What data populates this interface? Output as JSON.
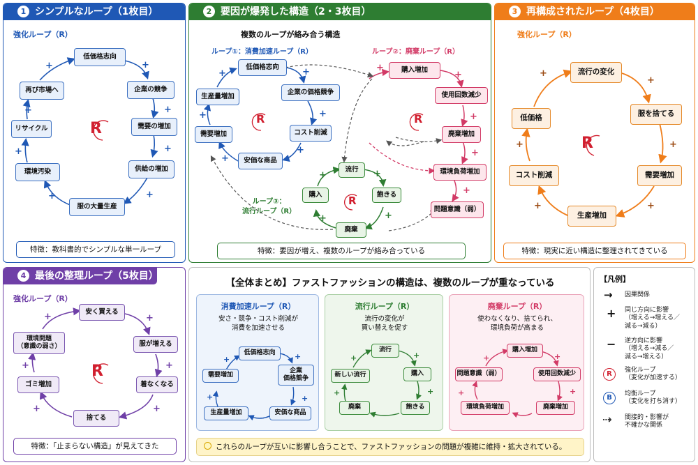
{
  "p1": {
    "number": "1",
    "title": "シンプルなループ（1枚目）",
    "subtitle": "強化ループ（R）",
    "nodes": [
      "低価格志向",
      "企業の競争",
      "需要の増加",
      "供給の増加",
      "服の大量生産",
      "環境汚染",
      "リサイクル",
      "再び市場へ"
    ],
    "badge": "R",
    "note": "特徴：教科書的でシンプルな単一ループ",
    "color": "#1f58b5"
  },
  "p2": {
    "number": "2",
    "title": "要因が爆発した構造（2・3枚目）",
    "subtitle": "複数のループが絡み合う構造",
    "loop1_label": "ループ①：消費加速ループ（R）",
    "loop2_label": "ループ②：廃棄ループ（R）",
    "loop3_label": "ループ③：\n流行ループ（R）",
    "loop1_nodes": [
      "低価格志向",
      "企業の価格競争",
      "コスト削減",
      "安価な商品",
      "需要増加",
      "生産量増加"
    ],
    "loop2_nodes": [
      "購入増加",
      "使用回数減少",
      "廃棄増加",
      "環境負荷増加",
      "問題意識（弱）"
    ],
    "loop3_nodes": [
      "流行",
      "飽きる",
      "廃棄",
      "購入"
    ],
    "badge": "R",
    "note": "特徴：要因が増え、複数のループが絡み合っている",
    "color": "#2e7d32"
  },
  "p3": {
    "number": "3",
    "title": "再構成されたループ（4枚目）",
    "subtitle": "強化ループ（R）",
    "nodes": [
      "流行の変化",
      "服を捨てる",
      "需要増加",
      "生産増加",
      "コスト削減",
      "低価格"
    ],
    "badge": "R",
    "note": "特徴：現実に近い構造に整理されてきている",
    "color": "#ef7d1a"
  },
  "p4": {
    "number": "4",
    "title": "最後の整理ループ（5枚目）",
    "subtitle": "強化ループ（R）",
    "nodes": [
      "安く買える",
      "服が増える",
      "着なくなる",
      "捨てる",
      "ゴミ増加",
      "環境問題\n（意識の弱さ）"
    ],
    "badge": "R",
    "note": "特徴：「止まらない構造」が見えてきた",
    "color": "#6f3fa7"
  },
  "summary": {
    "title": "【全体まとめ】ファストファッションの構造は、複数のループが重なっている",
    "cards": [
      {
        "title": "消費加速ループ（R）",
        "desc": "安さ・競争・コスト削減が\n消費を加速させる",
        "nodes": [
          "低価格志向",
          "企業\n価格競争",
          "安価な商品",
          "生産量増加",
          "需要増加"
        ]
      },
      {
        "title": "流行ループ（R）",
        "desc": "流行の変化が\n買い替えを促す",
        "nodes": [
          "流行",
          "購入",
          "飽きる",
          "廃棄",
          "新しい流行"
        ]
      },
      {
        "title": "廃棄ループ（R）",
        "desc": "使わなくなり、捨てられ、\n環境負荷が高まる",
        "nodes": [
          "購入増加",
          "使用回数減少",
          "廃棄増加",
          "環境負荷増加",
          "問題意識（弱）"
        ]
      }
    ],
    "footer": "これらのループが互いに影響し合うことで、ファストファッションの問題が複雑に維持・拡大されている。"
  },
  "legend": {
    "title": "【凡例】",
    "items": [
      {
        "symbol": "→",
        "text": "因果関係"
      },
      {
        "symbol": "+",
        "text": "同じ方向に影響\n（増える→増える／\n減る→減る）"
      },
      {
        "symbol": "−",
        "text": "逆方向に影響\n（増える→減る／\n減る→増える）"
      },
      {
        "symbol": "R",
        "text": "強化ループ\n（変化が加速する）"
      },
      {
        "symbol": "B",
        "text": "均衡ループ\n（変化を打ち消す）"
      },
      {
        "symbol": "⇢",
        "text": "間接的・影響が\n不確かな関係"
      }
    ]
  },
  "signs": {
    "plus": "+"
  }
}
